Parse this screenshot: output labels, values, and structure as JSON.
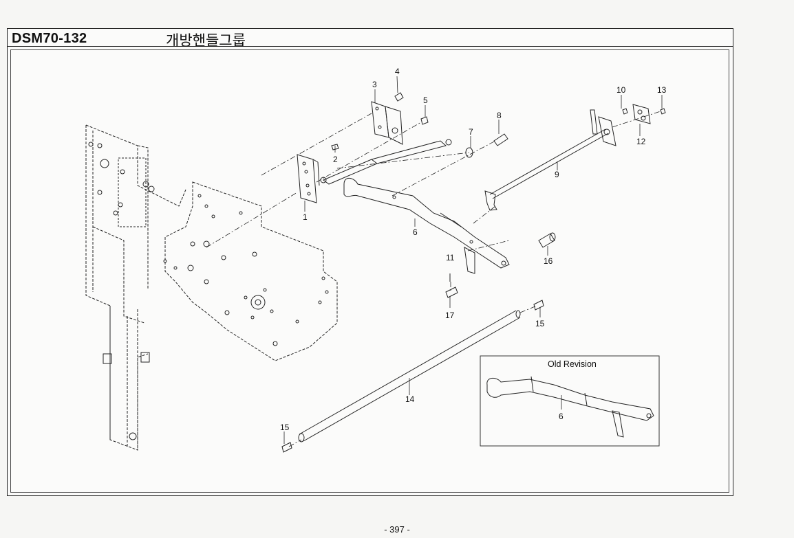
{
  "header": {
    "code": "DSM70-132",
    "title": "개방핸들그룹"
  },
  "callouts": {
    "p1": "1",
    "p2": "2",
    "p3": "3",
    "p4": "4",
    "p5": "5",
    "p6": "6",
    "p7": "7",
    "p8": "8",
    "p9": "9",
    "p10": "10",
    "p11": "11",
    "p12": "12",
    "p13": "13",
    "p14": "14",
    "p15a": "15",
    "p15b": "15",
    "p16": "16",
    "p17": "17"
  },
  "old_revision": {
    "title": "Old Revision",
    "part": "6"
  },
  "footer": {
    "page": "- 397 -"
  }
}
